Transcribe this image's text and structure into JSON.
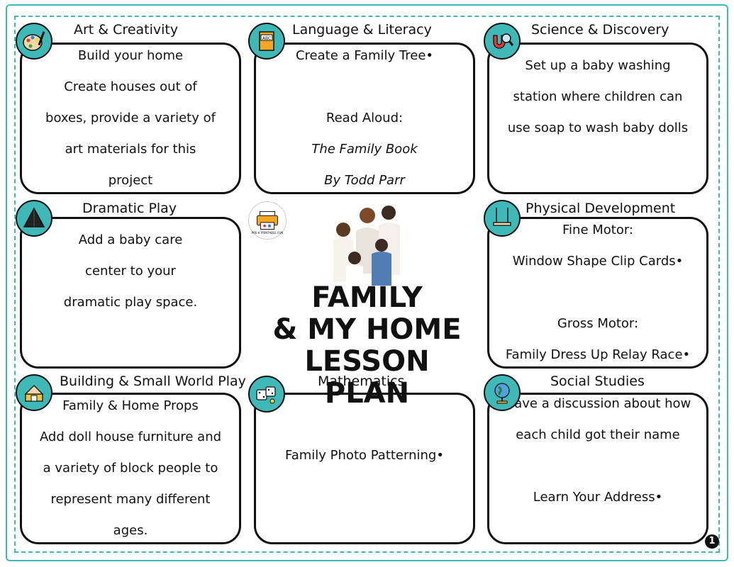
{
  "main_title": [
    "FAMILY",
    "& MY HOME",
    "LESSON PLAN"
  ],
  "page_number": "1",
  "logo_text": "PRE-K PRINTABLE FUN",
  "colors": {
    "accent": "#3fb8b8",
    "ink": "#111111"
  },
  "sections": {
    "art": {
      "title": "Art & Creativity",
      "icon": "palette-icon",
      "lines": [
        "Build your home",
        "Create houses out of",
        "boxes, provide a variety of",
        "art materials for this",
        "project"
      ]
    },
    "language": {
      "title": "Language & Literacy",
      "icon": "abc-book-icon",
      "line1": "Create a Family Tree•",
      "line2": "Read Aloud:",
      "book_title": "The Family Book",
      "book_author": "By Todd Parr"
    },
    "science": {
      "title": "Science & Discovery",
      "icon": "magnet-magnifier-icon",
      "lines": [
        "Set up a baby washing",
        "station where children can",
        "use soap to wash baby dolls"
      ]
    },
    "dramatic": {
      "title": "Dramatic Play",
      "icon": "theater-curtain-icon",
      "lines": [
        "Add a baby care",
        "center to your",
        "dramatic play space."
      ]
    },
    "physical": {
      "title": "Physical Development",
      "icon": "swing-icon",
      "line1": "Fine Motor:",
      "line2": "Window Shape Clip Cards•",
      "line3": "Gross Motor:",
      "line4": "Family Dress Up Relay Race•"
    },
    "building": {
      "title": "Building & Small World Play",
      "icon": "blocks-icon",
      "lines": [
        "Family & Home Props",
        "Add doll house furniture and",
        "a variety of block people to",
        "represent many different",
        "ages."
      ]
    },
    "math": {
      "title": "Mathematics",
      "icon": "dice-icon",
      "lines": [
        "Family Photo Patterning•"
      ]
    },
    "social": {
      "title": "Social Studies",
      "icon": "globe-icon",
      "line1": "Have a discussion about how",
      "line2": "each child got their name",
      "line3": "Learn Your Address•"
    }
  }
}
